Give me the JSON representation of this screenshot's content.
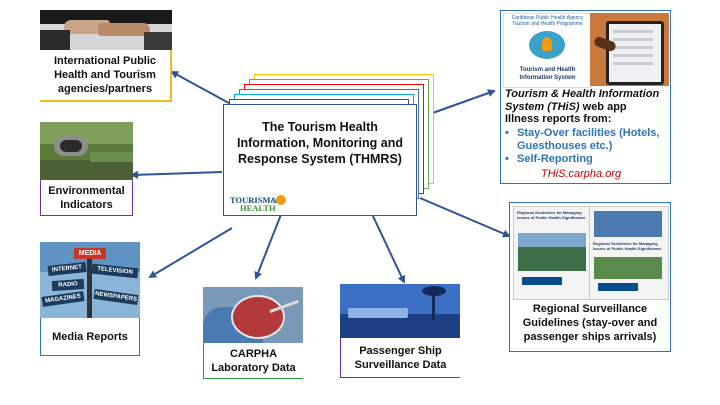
{
  "center": {
    "title": "The Tourism Health Information, Monitoring and Response System (THMRS)",
    "logo": {
      "line1": "TOURISM&",
      "line2": "HEALTH"
    }
  },
  "nodes": {
    "intl": {
      "label": "International Public Health and Tourism agencies/partners",
      "border_color": "#f1b91c"
    },
    "env": {
      "label": "Environmental Indicators",
      "border_color": "#7030a0"
    },
    "media": {
      "label": "Media Reports",
      "border_color": "#2e75b6",
      "signs": [
        "MEDIA",
        "INTERNET",
        "TELEVISION",
        "RADIO",
        "MAGAZINES",
        "NEWSPAPERS"
      ]
    },
    "carpha": {
      "label": "CARPHA Laboratory Data",
      "border_color": "#2e9a3e"
    },
    "ship": {
      "label": "Passenger Ship Surveillance Data",
      "border_color": "#7030a0"
    },
    "guidelines": {
      "label": "Regional Surveillance Guidelines (stay-over and passenger ships arrivals)",
      "border_color": "#2e75b6",
      "doc_title": "Regional Guidelines for Managing Issues of Public Health Significance"
    },
    "this": {
      "border_color": "#2e75b6",
      "title_italic": "Tourism & Health Information System (THiS)",
      "title_rest": " web app",
      "subtitle": "Illness reports from:",
      "bullets": [
        "Stay-Over facilities (Hotels, Guesthouses etc.)",
        "Self-Reporting"
      ],
      "url": "THiS.carpha.org",
      "thumb_header_1": "Caribbean Public Health Agency",
      "thumb_header_2": "Tourism and Health Programme",
      "thumb_caption": "Tourism and Health Information System"
    }
  },
  "colors": {
    "arrow": "#2e5597",
    "stack_borders": [
      "#ffc000",
      "#70ad47",
      "#ff0000",
      "#4472c4",
      "#00b0f0",
      "#7030a0"
    ],
    "link_blue": "#2e75b6",
    "url_red": "#c00000"
  }
}
